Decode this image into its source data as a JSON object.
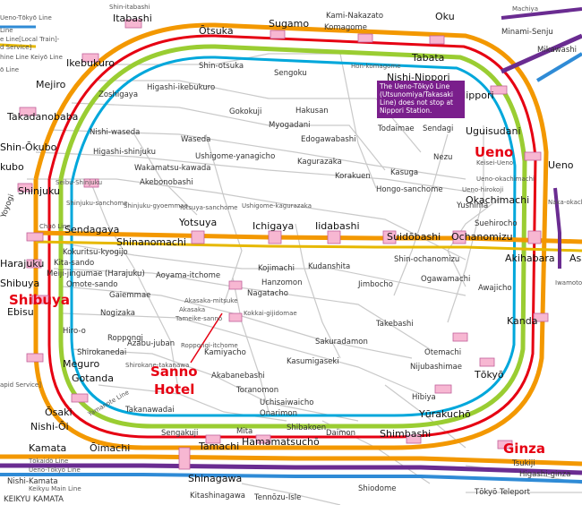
{
  "note": "The Ueno-Tōkyō Line (Utsunomiya/Takasaki Line) does not stop at Nippori Station.",
  "highlights": {
    "ueno": "Ueno",
    "shibuya": "Shibuya",
    "ginza": "Ginza",
    "sanno1": "Sanno",
    "sanno2": "Hotel"
  },
  "edge_labels": {
    "tl1": "Ueno-Tōkyō Line",
    "tl2": "Line",
    "tl3": "e Line[Local Train]-",
    "tl4": "d Service]",
    "tl5": "hine Line Keiyō Line",
    "tl6": "ō Line",
    "bl1": "apid Service]",
    "bl2": "Tōkaidō Line",
    "bl3": "Ueno-Tōkyō Line",
    "bl4": "Keikyu Main Line",
    "yamanote": "Yamanote Line",
    "chuo": "Chūō Line"
  },
  "major_stations": {
    "itabashi": "Itabashi",
    "shin_itabashi": "Shin-itabashi",
    "otsuka": "Ōtsuka",
    "sugamo": "Sugamo",
    "komagome": "Komagome",
    "kami_nakazato": "Kami-Nakazato",
    "oku": "Oku",
    "tabata": "Tabata",
    "nishi_nippori": "Nishi-Nippori",
    "nippori": "Nippori",
    "machiya": "Machiya",
    "minami_senju": "Minami-Senju",
    "mikawashima": "Mikawashi",
    "ikebukuro": "Ikebukuro",
    "mejiro": "Mejiro",
    "takadanobaba": "Takadanobaba",
    "shin_okubo": "Shin-Ōkubo",
    "okubo": "kubo",
    "shinjuku": "Shinjuku",
    "yoyogi": "Yoyogi",
    "sendagaya": "Sendagaya",
    "shinanomachi": "Shinanomachi",
    "yotsuya": "Yotsuya",
    "ichigaya": "Ichigaya",
    "iidabashi": "Iidabashi",
    "suidobashi": "Suidōbashi",
    "ochanomizu": "Ochanomizu",
    "akihabara": "Akihabara",
    "asakusabashi": "Asa",
    "uguisudani": "Uguisudani",
    "ueno_st": "Ueno",
    "okachimachi": "Okachimachi",
    "harajuku": "Harajuku",
    "shibuya_st": "Shibuya",
    "ebisu": "Ebisu",
    "meguro": "Meguro",
    "gotanda": "Gotanda",
    "osaki": "Ōsaki",
    "nishi_oi": "Nishi-Ōi",
    "kamata": "Kamata",
    "omachi": "Ōimachi",
    "tamachi": "Tamachi",
    "hamamatsucho": "Hamamatsuchō",
    "shimbashi": "Shimbashi",
    "yurakucho": "Yūrakuchō",
    "tokyo": "Tōkyō",
    "kanda": "Kanda",
    "shinagawa": "Shinagawa"
  },
  "minor_stations": {
    "higashi_ikebukuro": "Higashi-ikebukuro",
    "shin_otsuka": "Shin-otsuka",
    "sengoku": "Sengoku",
    "hon_komagome": "Hon-komagome",
    "nishi_nippori2": "Nishi-nippori",
    "zoshigaya": "Zoshigaya",
    "gokokuji": "Gokokuji",
    "hakusan": "Hakusan",
    "myogadani": "Myogadani",
    "todaimae": "Todaimae",
    "sendagi": "Sendagi",
    "nishi_waseda": "Nishi-waseda",
    "waseda": "Waseda",
    "edogawabashi": "Edogawabashi",
    "nezu": "Nezu",
    "keisei_ueno": "Keisei-Ueno",
    "ueno_okachimachi": "Ueno-okachimachi",
    "higashi_shinjuku": "Higashi-shinjuku",
    "wakamatsu_kawada": "Wakamatsu-kawada",
    "ushigome_yanagicho": "Ushigome-yanagicho",
    "kagurazaka": "Kagurazaka",
    "korakuen": "Korakuen",
    "kasuga": "Kasuga",
    "hongo_sanchome": "Hongo-sanchome",
    "ueno_hirokoji": "Ueno-hirokoji",
    "naka_okachimachi": "Naka-okachimachi",
    "akebonobashi": "Akebonobashi",
    "yushima": "Yushima",
    "seibu_shinjuku": "Seibu-Shinjuku",
    "shinjuku_sanchome": "Shinjuku-sanchome",
    "shinjuku_gyoemmae": "Shinjuku-gyoemmae",
    "yotsuya_sanchome": "Yotsuya-sanchome",
    "ushigome_kagurazaka": "Ushigome-kagurazaka",
    "suehirocho": "Suehirocho",
    "kokuritsu": "Kokuritsu-kyogijo",
    "kita_sando": "Kita-sando",
    "meiji_jingumae": "Meiji-jingumae (Harajuku)",
    "omote_sando": "Omote-sando",
    "aoyama": "Aoyama-itchome",
    "kojimachi": "Kojimachi",
    "kudanshita": "Kudanshita",
    "shin_ochanomizu": "Shin-ochanomizu",
    "ogawamachi": "Ogawamachi",
    "awajicho": "Awajicho",
    "iwamoto": "Iwamoto",
    "gaiemmae": "Gaiemmae",
    "nagatacho": "Nagatacho",
    "hanzomon": "Hanzomon",
    "jimbocho": "Jimbocho",
    "akasaka_mitsuke": "Akasaka-mitsuke",
    "kokkai": "Kokkai-gijidomae",
    "nogizaka": "Nogizaka",
    "akasaka": "Akasaka",
    "tameike": "Tameike-sanno",
    "takebashi": "Takebashi",
    "hiro_o": "Hiro-o",
    "roppongi": "Roppongi",
    "sakuradamon": "Sakuradamon",
    "azabu_juban": "Azabu-juban",
    "roppongi_itchome": "Roppongi-itchome",
    "otemachi": "Otemachi",
    "shirokanedai": "Shirokanedai",
    "kamiyacho": "Kamiyacho",
    "nijubashimae": "Nijubashimae",
    "shirokane_takanawa": "Shirokane-takanawa",
    "kasumigaseki": "Kasumigaseki",
    "akabanebashi": "Akabanebashi",
    "toranomon": "Toranomon",
    "uchisaiwaicho": "Uchisaiwaicho",
    "hibiya": "Hibiya",
    "onarimon": "Onarimon",
    "takanawadai": "Takanawadai",
    "sengakuji": "Sengakuji",
    "mita": "Mita",
    "shibakoen": "Shibakoen",
    "daimon": "Daimon",
    "shiodome": "Shiodome",
    "tsukiji": "Tsukiji",
    "higashi_ginza": "Higashi-ginza",
    "tokyo_teleport": "Tōkyō Teleport",
    "tennozu": "Tennōzu-Isle",
    "kitashinagawa": "Kitashinagawa",
    "nishi_kamata": "Nishi-Kamata",
    "keikyu_kamata": "KEIKYU KAMATA"
  }
}
